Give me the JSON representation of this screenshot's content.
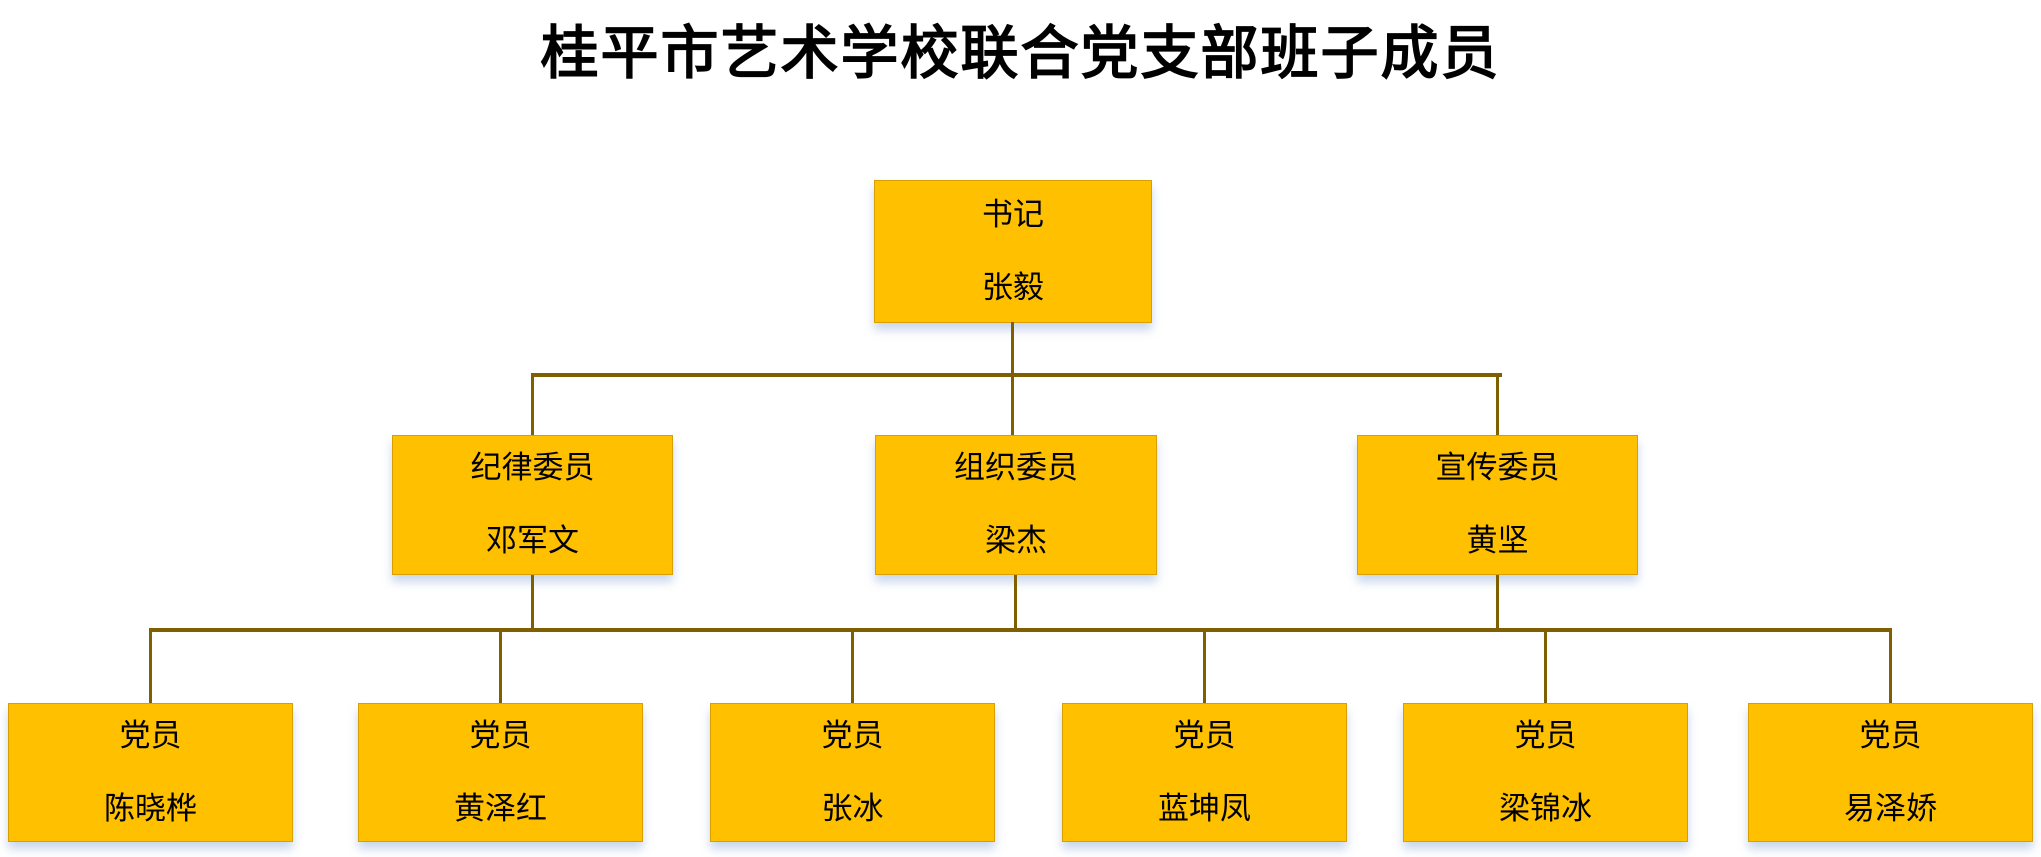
{
  "title": "桂平市艺术学校联合党支部班子成员",
  "colors": {
    "box_fill": "#FFC000",
    "box_border": "#D99E00",
    "line": "#7F6000",
    "text": "#000000"
  },
  "org": {
    "root": {
      "role": "书记",
      "name": "张毅"
    },
    "level2": [
      {
        "role": "纪律委员",
        "name": "邓军文"
      },
      {
        "role": "组织委员",
        "name": "梁杰"
      },
      {
        "role": "宣传委员",
        "name": "黄坚"
      }
    ],
    "level3": [
      {
        "role": "党员",
        "name": "陈晓桦"
      },
      {
        "role": "党员",
        "name": "黄泽红"
      },
      {
        "role": "党员",
        "name": "张冰"
      },
      {
        "role": "党员",
        "name": "蓝坤凤"
      },
      {
        "role": "党员",
        "name": "梁锦冰"
      },
      {
        "role": "党员",
        "name": "易泽娇"
      }
    ]
  }
}
